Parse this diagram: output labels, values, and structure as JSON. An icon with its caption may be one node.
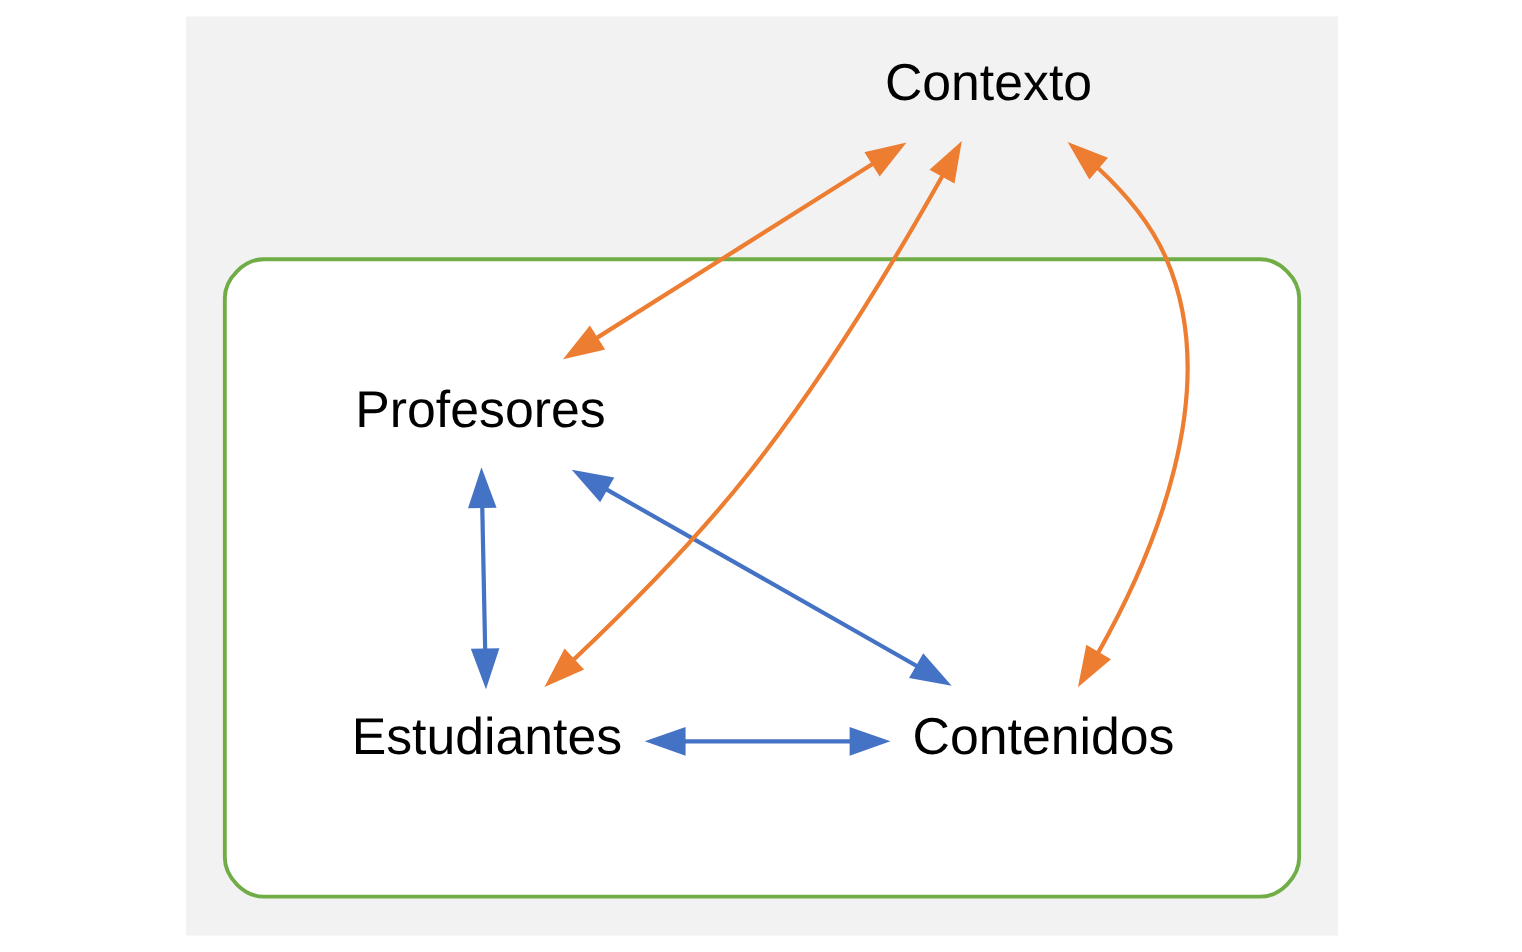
{
  "diagram": {
    "nodes": [
      {
        "text": [],
        "shape": "ellipse"
      },
      {
        "text": [
          "Profesores"
        ],
        "in": 0
      },
      {
        "text": [
          "Estudiantes"
        ],
        "in": 0
      },
      {
        "text": [
          "Contenidos"
        ],
        "in": 0
      },
      {
        "text": [
          "Contexto"
        ]
      }
    ],
    "edges": [
      {
        "from": 1,
        "to": 2,
        "arrow": "both",
        "color": "#4472c4"
      },
      {
        "from": 1,
        "to": 3,
        "arrow": "both",
        "color": "#4472c4"
      },
      {
        "from": 2,
        "to": 3,
        "arrow": "both",
        "color": "#4472c4"
      },
      {
        "from": 4,
        "to": 1,
        "arrow": "both",
        "color": "#ed7d31"
      },
      {
        "from": 4,
        "to": 2,
        "arrow": "both",
        "color": "#ed7d31"
      },
      {
        "from": 4,
        "to": 3,
        "arrow": "both",
        "color": "#ed7d31"
      }
    ]
  }
}
